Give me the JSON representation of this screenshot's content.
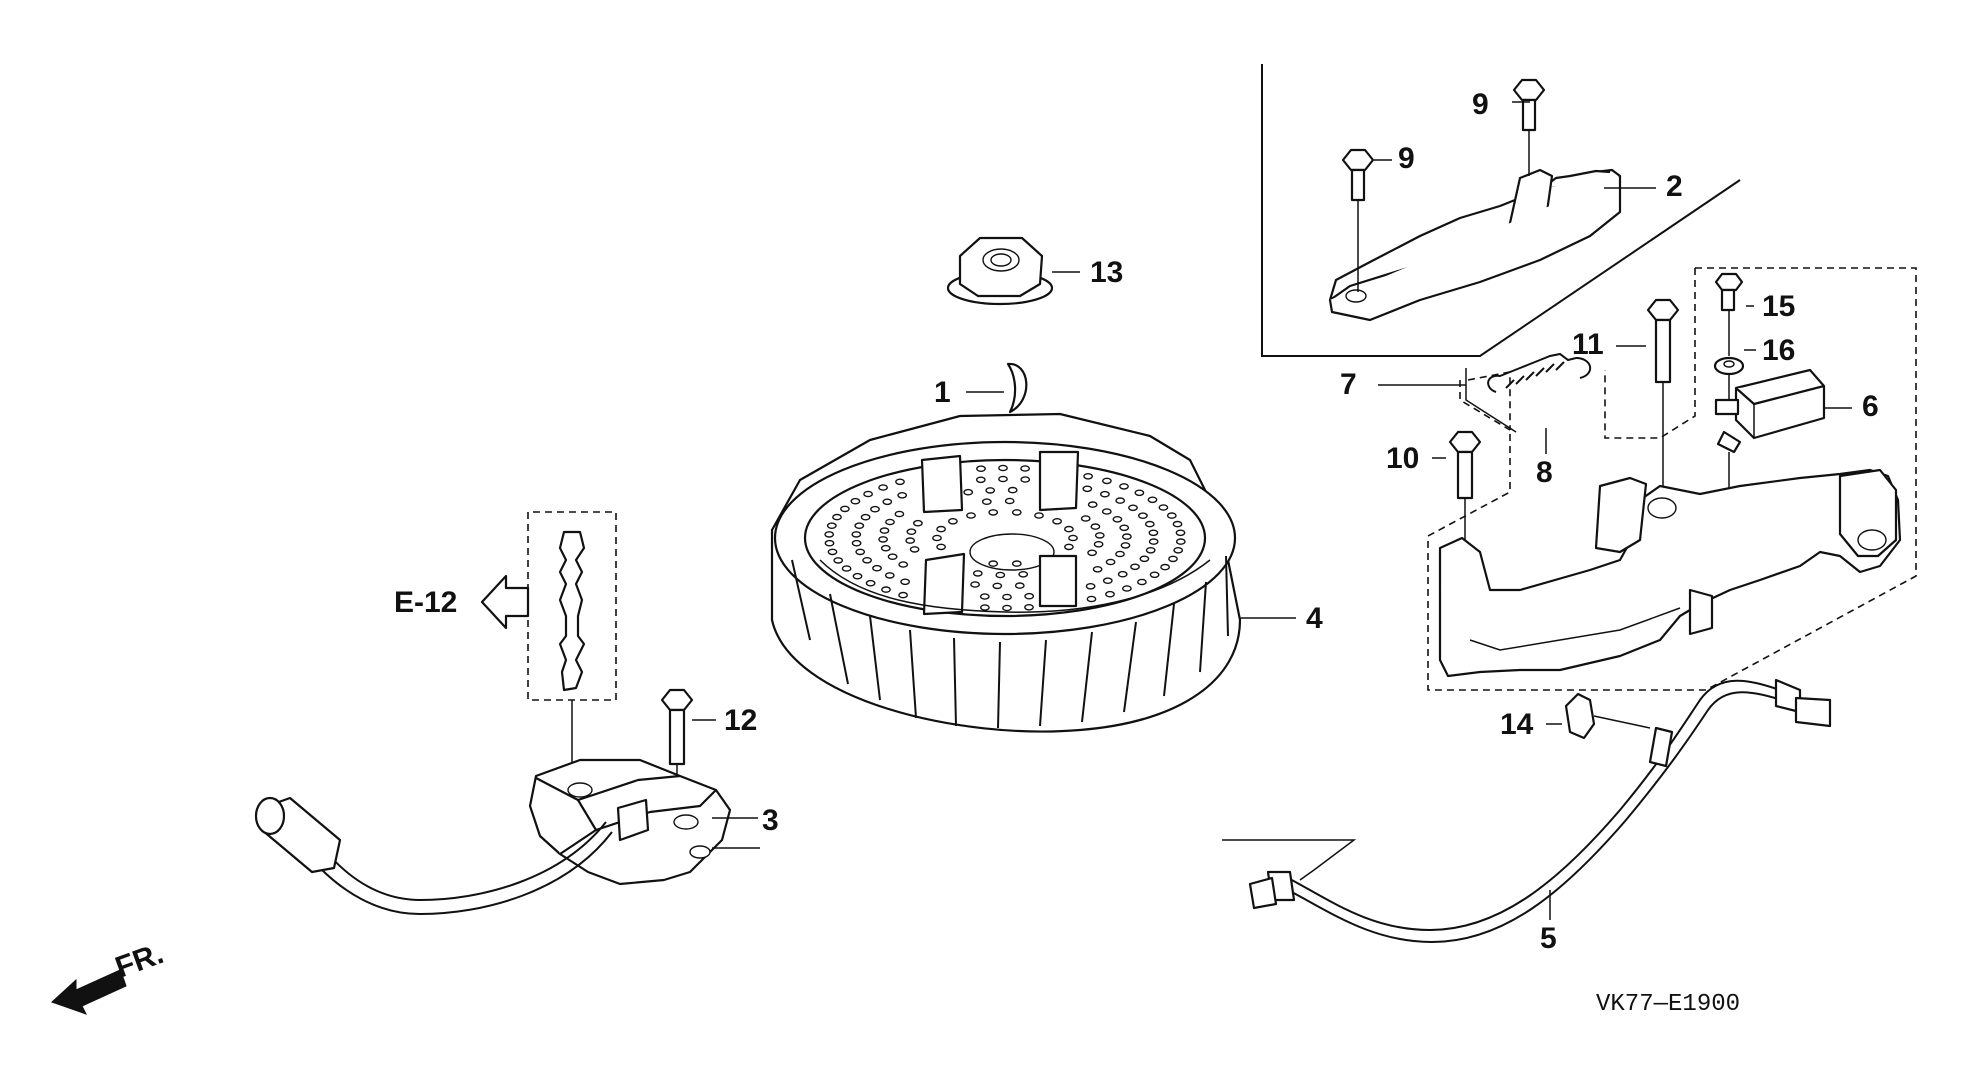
{
  "diagram": {
    "reference_code": "VK77—E1900",
    "section_ref": "E-12",
    "front_indicator": "FR.",
    "callouts": {
      "p1": "1",
      "p2": "2",
      "p3": "3",
      "p4": "4",
      "p5": "5",
      "p6": "6",
      "p7": "7",
      "p8": "8",
      "p9a": "9",
      "p9b": "9",
      "p10": "10",
      "p11": "11",
      "p12": "12",
      "p13": "13",
      "p14": "14",
      "p15": "15",
      "p16": "16"
    }
  }
}
